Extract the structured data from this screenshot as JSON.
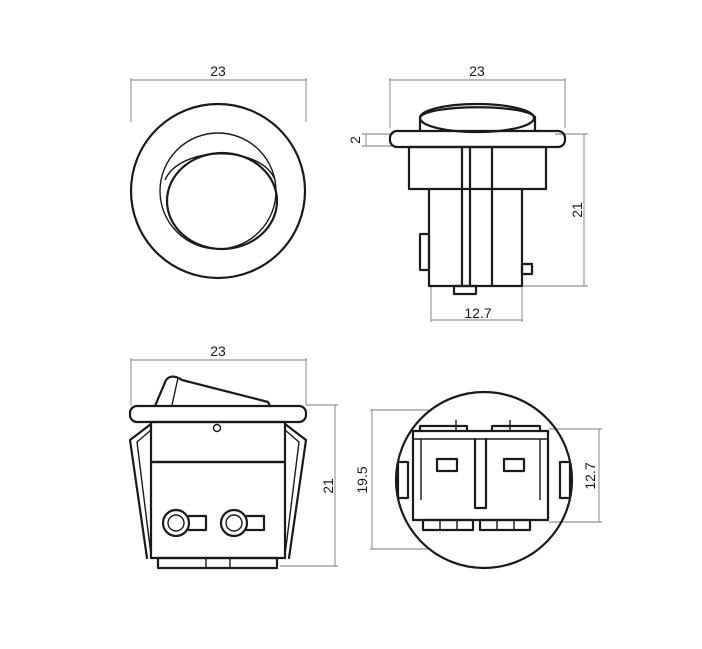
{
  "views": {
    "front": {
      "width_label": "23"
    },
    "side": {
      "width_label": "23",
      "flange_label": "2",
      "height_label": "21",
      "base_label": "12.7"
    },
    "rocker": {
      "width_label": "23",
      "height_label": "21"
    },
    "bottom": {
      "height_label": "19.5",
      "terminal_label": "12.7"
    }
  }
}
